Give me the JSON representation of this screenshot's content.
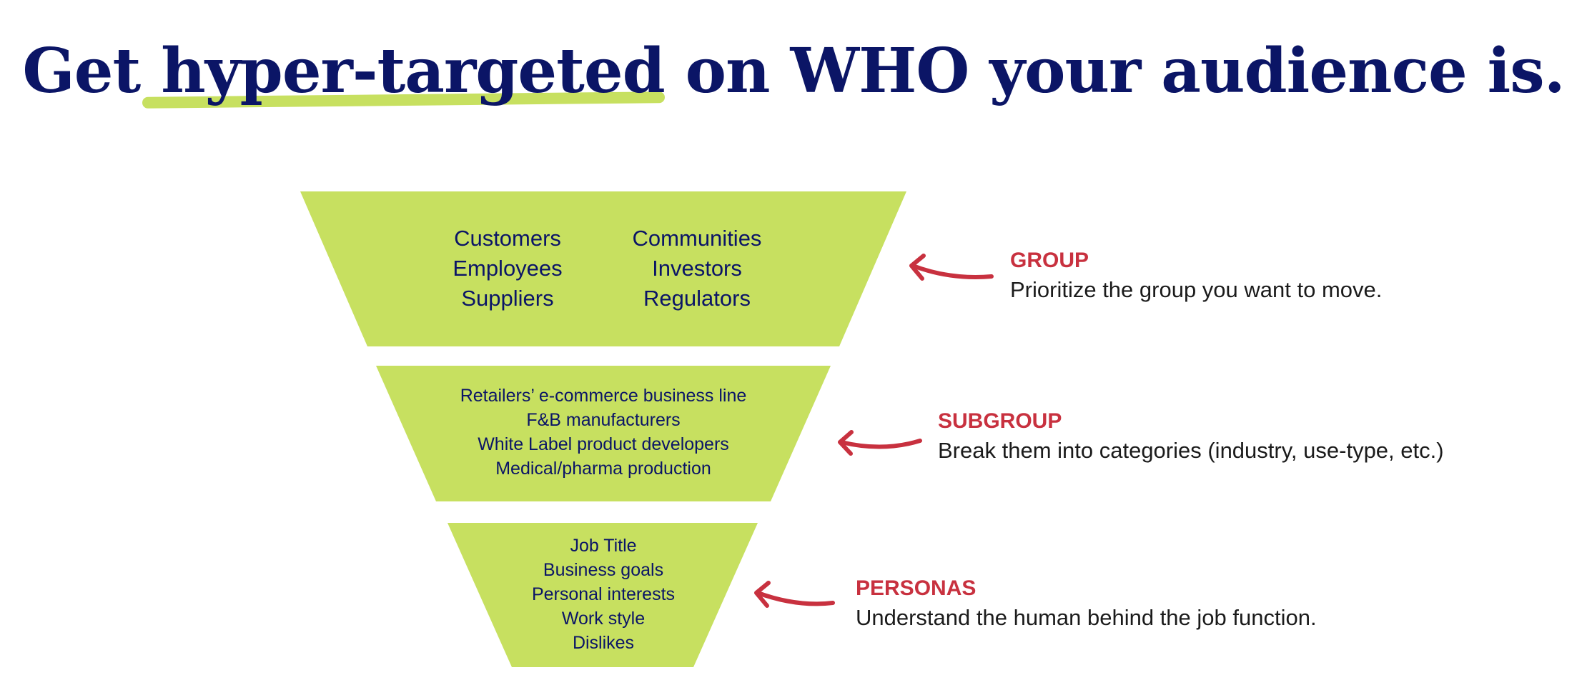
{
  "title": {
    "before": "Get ",
    "highlight": "hyper-targeted",
    "after": " on WHO your audience is."
  },
  "colors": {
    "title": "#0b1566",
    "highlight": "#c7e060",
    "funnel": "#c7e060",
    "callout_head": "#c8313f",
    "callout_text": "#1b1b1b"
  },
  "tiers": {
    "group": {
      "col_left": [
        "Customers",
        "Employees",
        "Suppliers"
      ],
      "col_right": [
        "Communities",
        "Investors",
        "Regulators"
      ]
    },
    "subgroup": {
      "items": [
        "Retailers’ e-commerce business line",
        "F&B manufacturers",
        "White Label product developers",
        "Medical/pharma production"
      ]
    },
    "personas": {
      "items": [
        "Job Title",
        "Business goals",
        "Personal interests",
        "Work style",
        "Dislikes"
      ]
    }
  },
  "callouts": {
    "group": {
      "head": "GROUP",
      "desc": "Prioritize the group you want to move."
    },
    "subgroup": {
      "head": "SUBGROUP",
      "desc": "Break them into categories (industry, use-type, etc.)"
    },
    "personas": {
      "head": "PERSONAS",
      "desc": "Understand the human behind the job function."
    }
  }
}
